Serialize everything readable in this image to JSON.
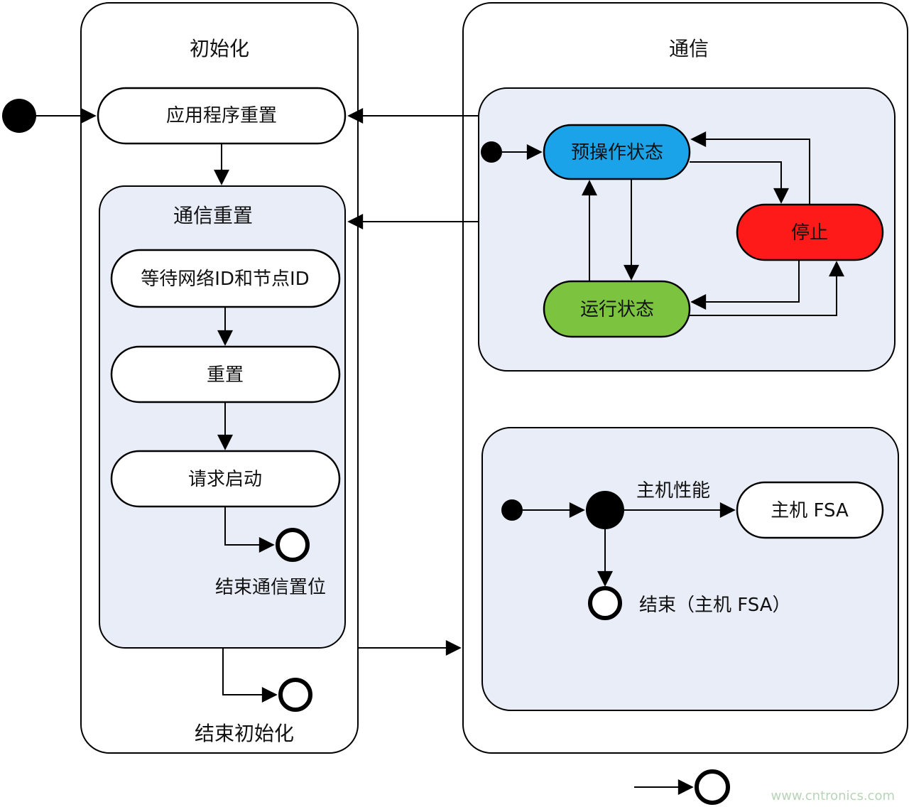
{
  "init": {
    "title": "初始化",
    "app_reset": "应用程序重置",
    "comm_reset": {
      "title": "通信重置",
      "wait_ids": "等待网络ID和节点ID",
      "reset": "重置",
      "request_start": "请求启动",
      "end_label": "结束通信置位"
    },
    "end_label": "结束初始化"
  },
  "comm": {
    "title": "通信",
    "preop": "预操作状态",
    "stop": "停止",
    "run": "运行状态",
    "host_perf": "主机性能",
    "host_fsa": "主机 FSA",
    "end_host": "结束（主机 FSA）"
  },
  "watermark": "www.cntronics.com",
  "colors": {
    "panel_fill": "#e8edf8",
    "preop": "#1aa3e8",
    "stop": "#ff1a1a",
    "run": "#7cc440",
    "watermark": "#b9d3b9"
  }
}
